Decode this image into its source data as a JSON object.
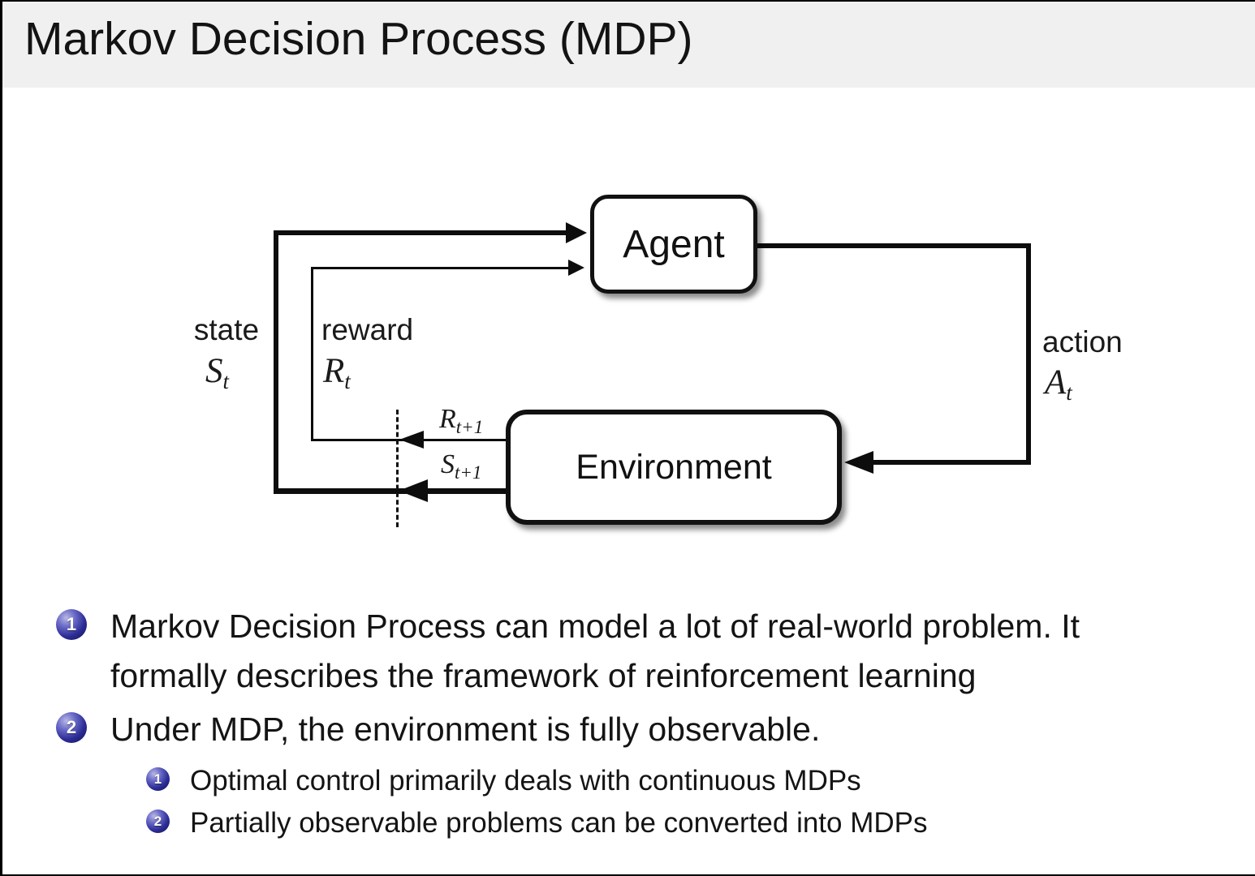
{
  "title": {
    "text": "Markov Decision Process (MDP)"
  },
  "diagram": {
    "agent_label": "Agent",
    "environment_label": "Environment",
    "state": {
      "word": "state",
      "base": "S",
      "sub": "t"
    },
    "reward": {
      "word": "reward",
      "base": "R",
      "sub": "t"
    },
    "action": {
      "word": "action",
      "base": "A",
      "sub": "t"
    },
    "reward_next": {
      "base": "R",
      "sub": "t+1"
    },
    "state_next": {
      "base": "S",
      "sub": "t+1"
    }
  },
  "bullets": {
    "item1": {
      "number": "1",
      "line1": "Markov Decision Process can model a lot of real-world problem. It",
      "line2": "formally describes the framework of reinforcement learning"
    },
    "item2": {
      "number": "2",
      "text": "Under MDP, the environment is fully observable.",
      "sub1": {
        "number": "1",
        "text": "Optimal control primarily deals with continuous MDPs"
      },
      "sub2": {
        "number": "2",
        "text": "Partially observable problems can be converted into MDPs"
      }
    }
  },
  "colors": {
    "title_bg": "#f0f0f0",
    "ball_blue": "#2c2c96",
    "line_black": "#0d0d0d"
  }
}
